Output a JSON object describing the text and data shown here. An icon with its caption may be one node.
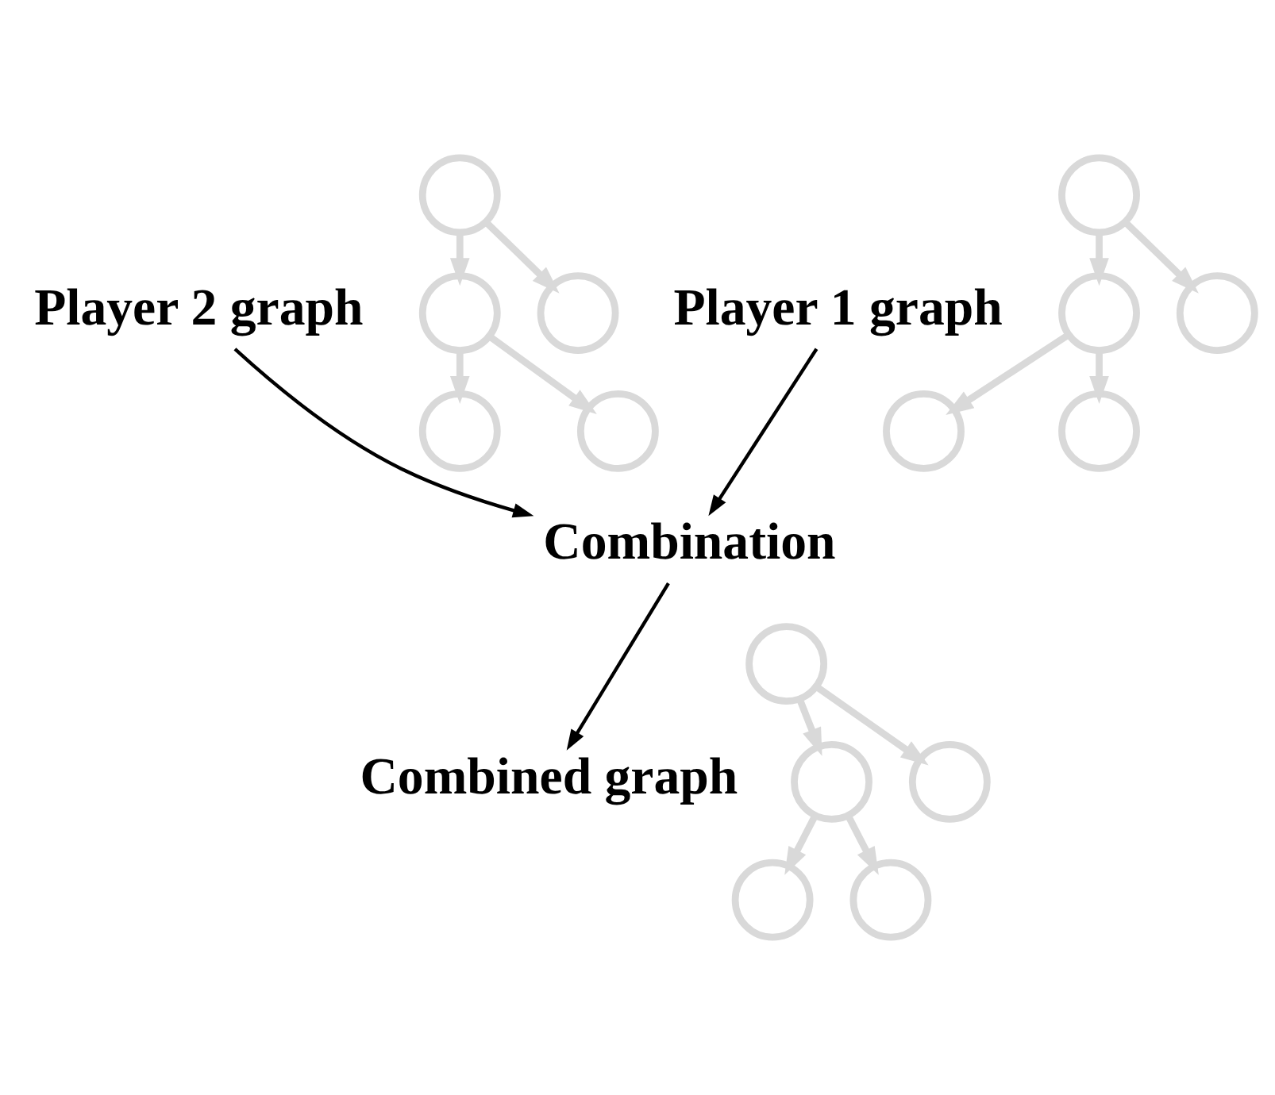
{
  "diagram": {
    "nodes": [
      {
        "text": [
          "Player 1 graph"
        ]
      },
      {
        "text": [
          "Player 2 graph"
        ]
      },
      {
        "text": [
          "Combination"
        ]
      },
      {
        "text": [
          "Combined graph"
        ]
      },
      {
        "text": [],
        "shape": "circle"
      },
      {
        "text": [],
        "shape": "circle"
      },
      {
        "text": [],
        "shape": "circle"
      },
      {
        "text": [],
        "shape": "circle"
      },
      {
        "text": [],
        "shape": "circle"
      },
      {
        "text": [],
        "shape": "circle"
      },
      {
        "text": [],
        "shape": "circle"
      },
      {
        "text": [],
        "shape": "circle"
      },
      {
        "text": [],
        "shape": "circle"
      },
      {
        "text": [],
        "shape": "circle"
      },
      {
        "text": [],
        "shape": "circle"
      },
      {
        "text": [],
        "shape": "circle"
      },
      {
        "text": [],
        "shape": "circle"
      },
      {
        "text": [],
        "shape": "circle"
      },
      {
        "text": [],
        "shape": "circle"
      }
    ],
    "edges": [
      {
        "from": 0,
        "to": 2,
        "arrow": "to",
        "color": "#000000"
      },
      {
        "from": 1,
        "to": 2,
        "arrow": "to",
        "color": "#000000"
      },
      {
        "from": 2,
        "to": 3,
        "arrow": "to",
        "color": "#000000"
      },
      {
        "from": 4,
        "to": 5,
        "arrow": "to"
      },
      {
        "from": 4,
        "to": 6,
        "arrow": "to"
      },
      {
        "from": 5,
        "to": 7,
        "arrow": "to"
      },
      {
        "from": 5,
        "to": 8,
        "arrow": "to"
      },
      {
        "from": 9,
        "to": 10,
        "arrow": "to"
      },
      {
        "from": 9,
        "to": 11,
        "arrow": "to"
      },
      {
        "from": 10,
        "to": 12,
        "arrow": "to"
      },
      {
        "from": 10,
        "to": 13,
        "arrow": "to"
      },
      {
        "from": 14,
        "to": 15,
        "arrow": "to"
      },
      {
        "from": 14,
        "to": 16,
        "arrow": "to"
      },
      {
        "from": 15,
        "to": 17,
        "arrow": "to"
      },
      {
        "from": 15,
        "to": 18,
        "arrow": "to"
      }
    ]
  }
}
